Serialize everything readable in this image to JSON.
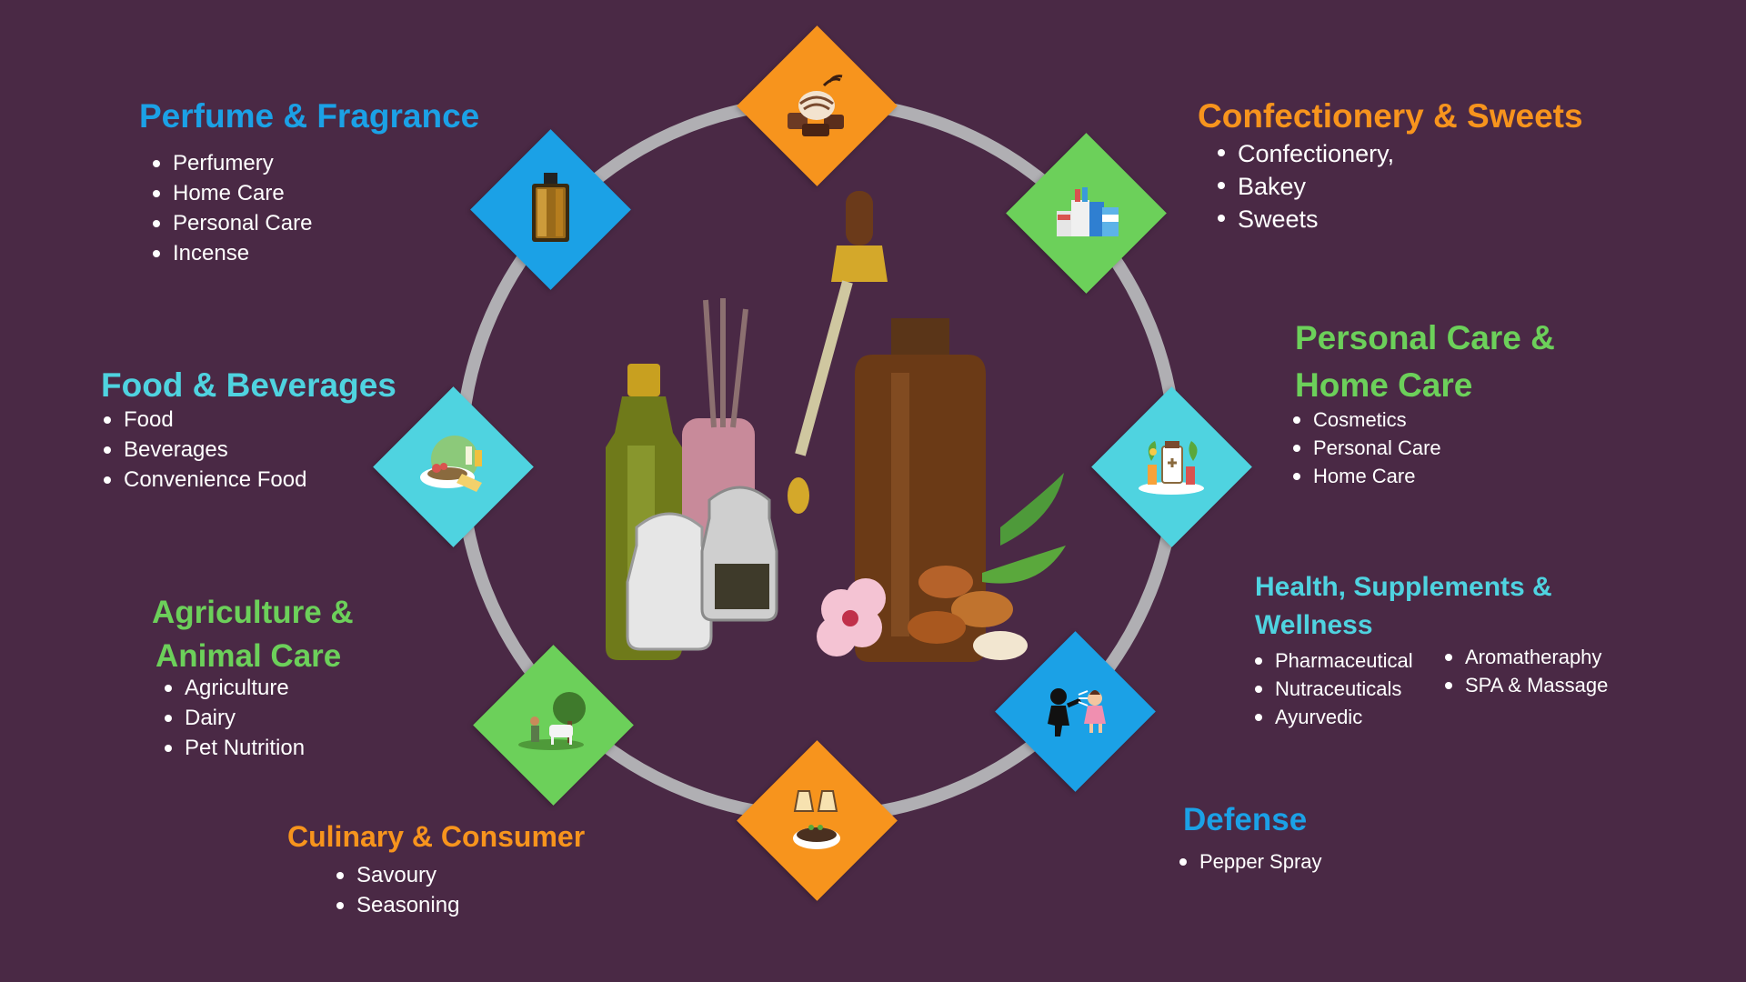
{
  "colors": {
    "background": "#4a2945",
    "ring": "#b0afb3",
    "blue": "#1ba1e6",
    "orange": "#f7941d",
    "green": "#6cd05a",
    "cyan": "#4fd3e0"
  },
  "sections": {
    "perfume": {
      "heading": "Perfume & Fragrance",
      "items": [
        "Perfumery",
        "Home Care",
        "Personal Care",
        "Incense"
      ]
    },
    "confectionery": {
      "heading": "Confectionery & Sweets",
      "items": [
        "Confectionery,",
        "Bakey",
        "Sweets"
      ]
    },
    "food": {
      "heading": "Food & Beverages",
      "items": [
        "Food",
        "Beverages",
        "Convenience Food"
      ]
    },
    "personal_care": {
      "heading_line1": "Personal Care &",
      "heading_line2": "Home Care",
      "items": [
        "Cosmetics",
        "Personal Care",
        "Home Care"
      ]
    },
    "agriculture": {
      "heading_line1": "Agriculture &",
      "heading_line2": "Animal Care",
      "items": [
        "Agriculture",
        "Dairy",
        "Pet Nutrition"
      ]
    },
    "health": {
      "heading_line1": "Health, Supplements &",
      "heading_line2": "Wellness",
      "items_col1": [
        "Pharmaceutical",
        "Nutraceuticals",
        "Ayurvedic"
      ],
      "items_col2": [
        "Aromatheraphy",
        "SPA & Massage"
      ]
    },
    "culinary": {
      "heading": "Culinary & Consumer",
      "items": [
        "Savoury",
        "Seasoning"
      ]
    },
    "defense": {
      "heading": "Defense",
      "items": [
        "Pepper Spray"
      ]
    }
  },
  "icons": {
    "top": "chocolate-truffles-icon",
    "top_right": "toiletries-bottles-icon",
    "right": "herbal-medicine-icon",
    "bottom_right": "pepper-spray-defense-icon",
    "bottom": "salt-pepper-shakers-icon",
    "bottom_left": "farmer-with-cow-icon",
    "left": "food-platter-icon",
    "top_left": "perfume-bottle-icon",
    "center": "essential-oil-products-illustration"
  }
}
